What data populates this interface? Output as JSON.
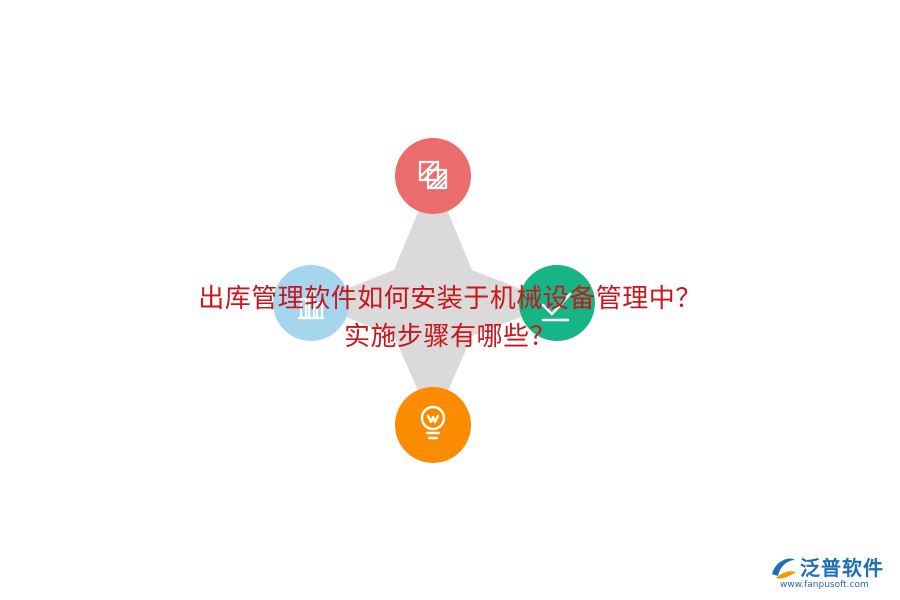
{
  "title": {
    "line1": "出库管理软件如何安装于机械设备管理中？",
    "line2": "实施步骤有哪些？"
  },
  "nodes": [
    {
      "name": "top",
      "color": "#ec6c6c",
      "icon": "striped-squares-icon"
    },
    {
      "name": "left",
      "color": "#a5d6ee",
      "icon": "bar-chart-icon"
    },
    {
      "name": "right",
      "color": "#15b585",
      "icon": "checkmark-icon"
    },
    {
      "name": "bottom",
      "color": "#fb8c00",
      "icon": "lightbulb-icon"
    }
  ],
  "star_color": "#dadada",
  "logo": {
    "name": "泛普软件",
    "url": "www.fanpusoft.com",
    "color": "#1f6fb8"
  }
}
